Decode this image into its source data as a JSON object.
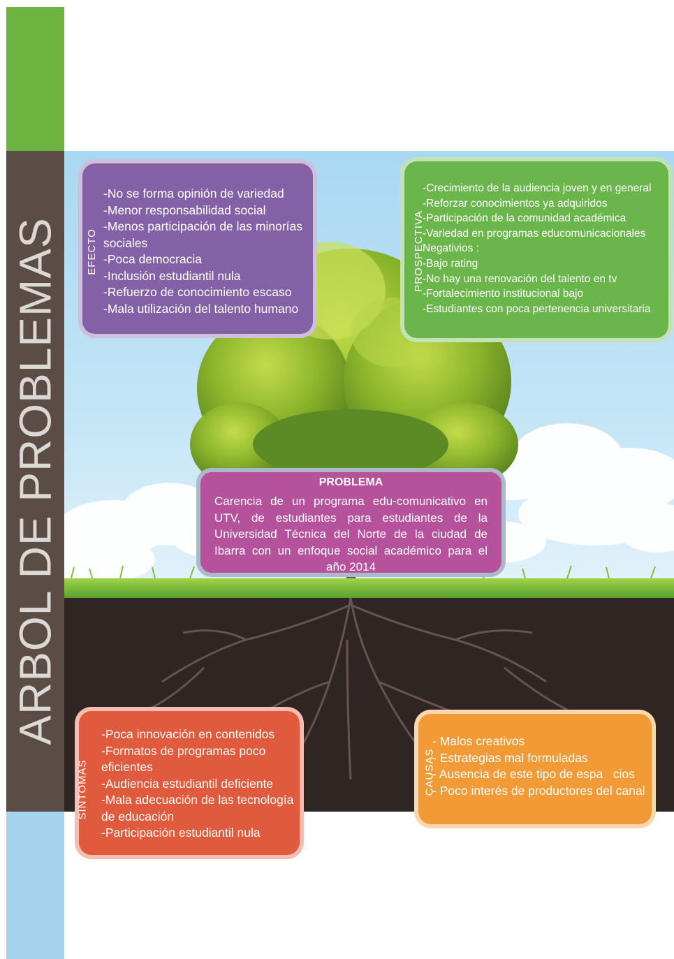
{
  "title": "ARBOL DE PROBLEMAS",
  "colors": {
    "green_strip": "#6cb33f",
    "brown_strip": "#5b4d45",
    "blue_strip": "#a5d2ed",
    "efecto": "#8461a6",
    "prospectiva": "#6ab64b",
    "problema": "#b6529b",
    "sintomas": "#e05a3d",
    "causas": "#f29b36"
  },
  "efecto": {
    "label": "EFECTO",
    "lines": [
      "-No se forma opinión de variedad",
      "-Menor responsabilidad social",
      "-Menos participación de las minorías",
      "sociales",
      "-Poca democracia",
      "-Inclusión estudiantil nula",
      "-Refuerzo de conocimiento escaso",
      "-Mala utilización del talento humano"
    ]
  },
  "prospectiva": {
    "label": "PROSPECTIVA",
    "lines": [
      "-Crecimiento de la audiencia joven y en general",
      "-Reforzar conocimientos ya adquiridos",
      "-Participación de la comunidad académica",
      "-Variedad en programas educomunicacionales",
      "Negativios :",
      "-Bajo rating",
      "-No hay una renovación del talento en tv",
      "-Fortalecimiento  institucional bajo",
      "-Estudiantes con poca pertenencia universitaria"
    ]
  },
  "problema": {
    "heading": "PROBLEMA",
    "text": "Carencia de un programa edu-comunicativo en UTV, de estudiantes para estudiantes de la Universidad Técnica del Norte de la ciudad de Ibarra con un enfoque social académico para el año 2014"
  },
  "sintomas": {
    "label": "SINTOMAS",
    "lines": [
      "-Poca innovación en contenidos",
      "-Formatos de programas  poco",
      "eficientes",
      "-Audiencia estudiantil deficiente",
      "-Mala adecuación de las tecnología",
      "de educación",
      "-Participación estudiantil nula"
    ]
  },
  "causas": {
    "label": "CAUSAS",
    "lines": [
      "- Malos creativos",
      "- Estrategias mal formuladas",
      "- Ausencia de este tipo de espa   cios",
      "- Poco interés de productores del canal"
    ]
  }
}
